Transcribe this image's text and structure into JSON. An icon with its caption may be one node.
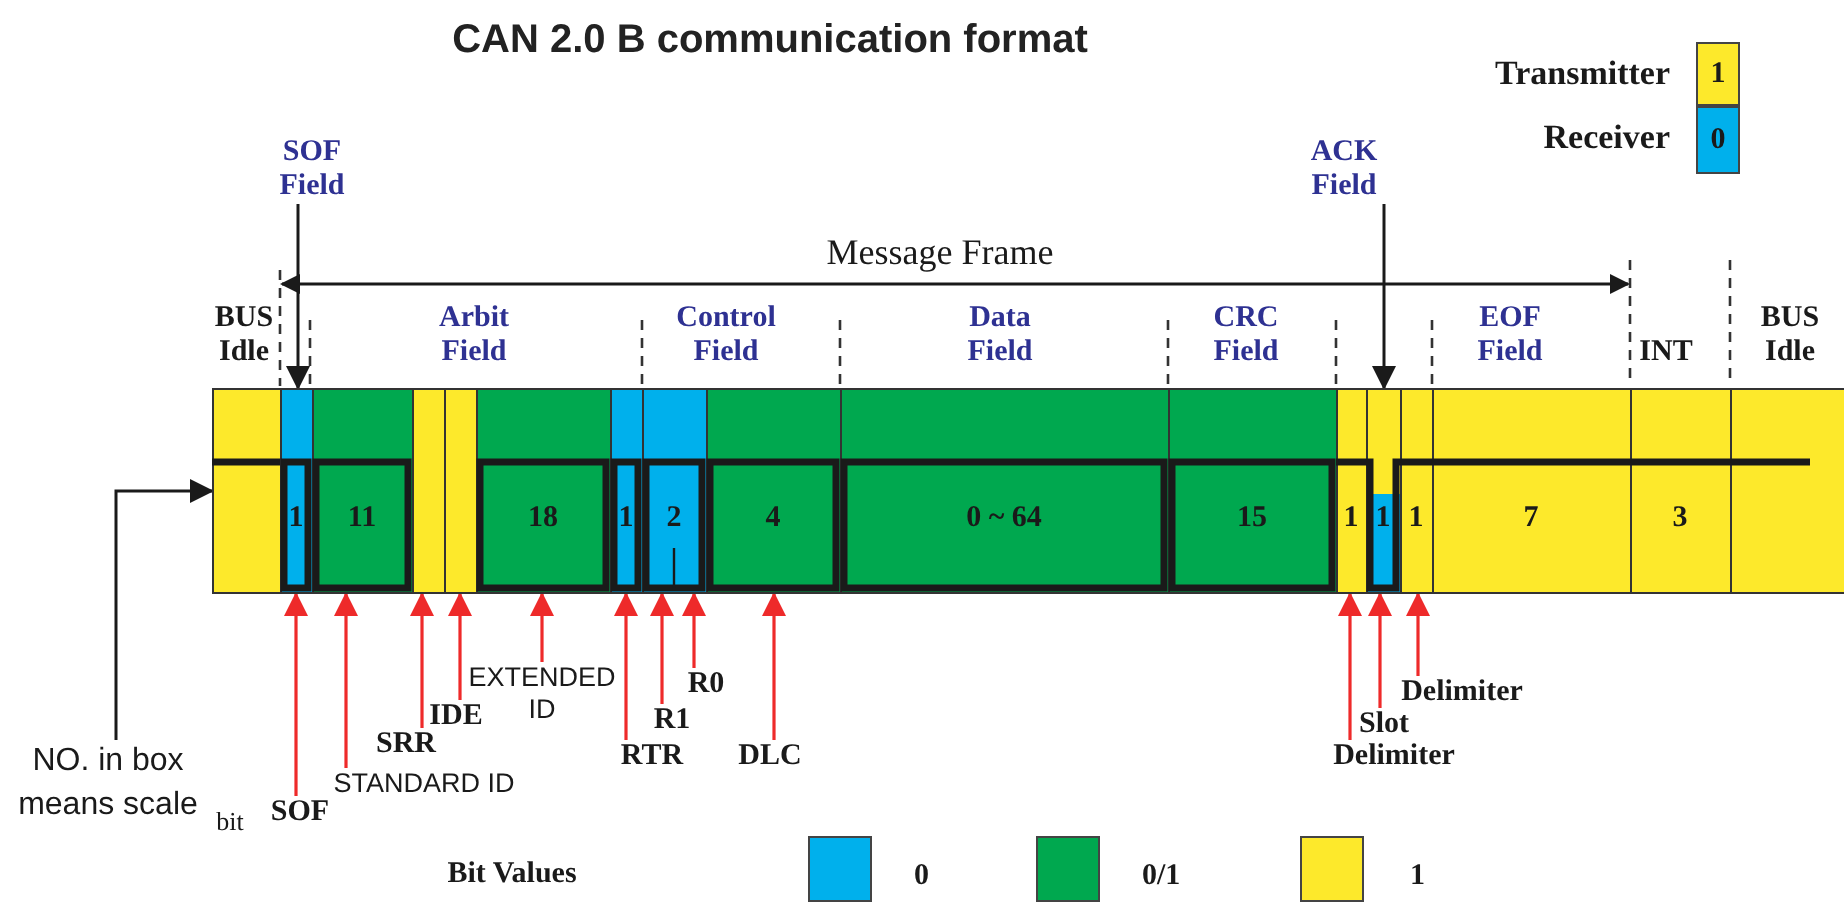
{
  "diagram": {
    "title": "CAN 2.0 B communication format",
    "nodes": [
      {
        "text": [
          "1"
        ],
        "beside": [
          "Transmitter"
        ]
      },
      {
        "text": [
          "0"
        ],
        "beside": [
          "Receiver"
        ]
      },
      {
        "text": [
          "SOF Field"
        ]
      },
      {
        "text": [
          "ACK Field"
        ]
      },
      {
        "text": [],
        "shape": "box"
      },
      {
        "text": [
          "1"
        ]
      },
      {
        "text": [
          "11"
        ]
      },
      {
        "text": [],
        "shape": "box"
      },
      {
        "text": [],
        "shape": "box"
      },
      {
        "text": [
          "18"
        ]
      },
      {
        "text": [
          "1"
        ]
      },
      {
        "text": [
          "2"
        ]
      },
      {
        "text": [
          "4"
        ]
      },
      {
        "text": [
          "0 ~ 64"
        ]
      },
      {
        "text": [
          "15"
        ]
      },
      {
        "text": [
          "1"
        ]
      },
      {
        "text": [
          "1"
        ]
      },
      {
        "text": [
          "1"
        ]
      },
      {
        "text": [
          "7"
        ]
      },
      {
        "text": [
          "3"
        ]
      },
      {
        "text": [],
        "shape": "box"
      },
      {
        "text": [
          "NO. in box means scale"
        ]
      },
      {
        "text": [
          "SOF"
        ]
      },
      {
        "text": [
          "STANDARD ID"
        ]
      },
      {
        "text": [
          "SRR"
        ]
      },
      {
        "text": [
          "IDE"
        ]
      },
      {
        "text": [
          "EXTENDED ID"
        ]
      },
      {
        "text": [
          "RTR"
        ]
      },
      {
        "text": [
          "R1"
        ]
      },
      {
        "text": [
          "R0"
        ]
      },
      {
        "text": [
          "DLC"
        ]
      },
      {
        "text": [
          "Delimiter"
        ]
      },
      {
        "text": [
          "Slot"
        ]
      },
      {
        "text": [
          "Delimiter"
        ]
      }
    ],
    "edges": [
      {
        "from": 2,
        "to": 5,
        "arrow": "to",
        "color": "#1a1a1a"
      },
      {
        "from": 3,
        "to": 16,
        "arrow": "to",
        "color": "#1a1a1a"
      },
      {
        "from": 21,
        "to": 4,
        "arrow": "to",
        "color": "#1a1a1a"
      },
      {
        "from": 22,
        "to": 5,
        "arrow": "to"
      },
      {
        "from": 23,
        "to": 6,
        "arrow": "to"
      },
      {
        "from": 24,
        "to": 7,
        "arrow": "to"
      },
      {
        "from": 25,
        "to": 8,
        "arrow": "to"
      },
      {
        "from": 26,
        "to": 9,
        "arrow": "to"
      },
      {
        "from": 27,
        "to": 10,
        "arrow": "to"
      },
      {
        "from": 28,
        "to": 11,
        "arrow": "to"
      },
      {
        "from": 29,
        "to": 11,
        "arrow": "to"
      },
      {
        "from": 30,
        "to": 12,
        "arrow": "to"
      },
      {
        "from": 31,
        "to": 15,
        "arrow": "to"
      },
      {
        "from": 32,
        "to": 16,
        "arrow": "to"
      },
      {
        "from": 33,
        "to": 17,
        "arrow": "to"
      }
    ],
    "labels": [
      "Message Frame",
      "BUS Idle",
      "Arbit Field",
      "Control Field",
      "Data Field",
      "CRC Field",
      "EOF Field",
      "INT",
      "BUS Idle",
      "bit",
      "Bit Values"
    ],
    "legend": [
      {
        "text": "0",
        "color": "#00b0ec"
      },
      {
        "text": "0/1",
        "color": "#00a84f"
      },
      {
        "text": "1",
        "color": "#fde92b"
      }
    ]
  }
}
